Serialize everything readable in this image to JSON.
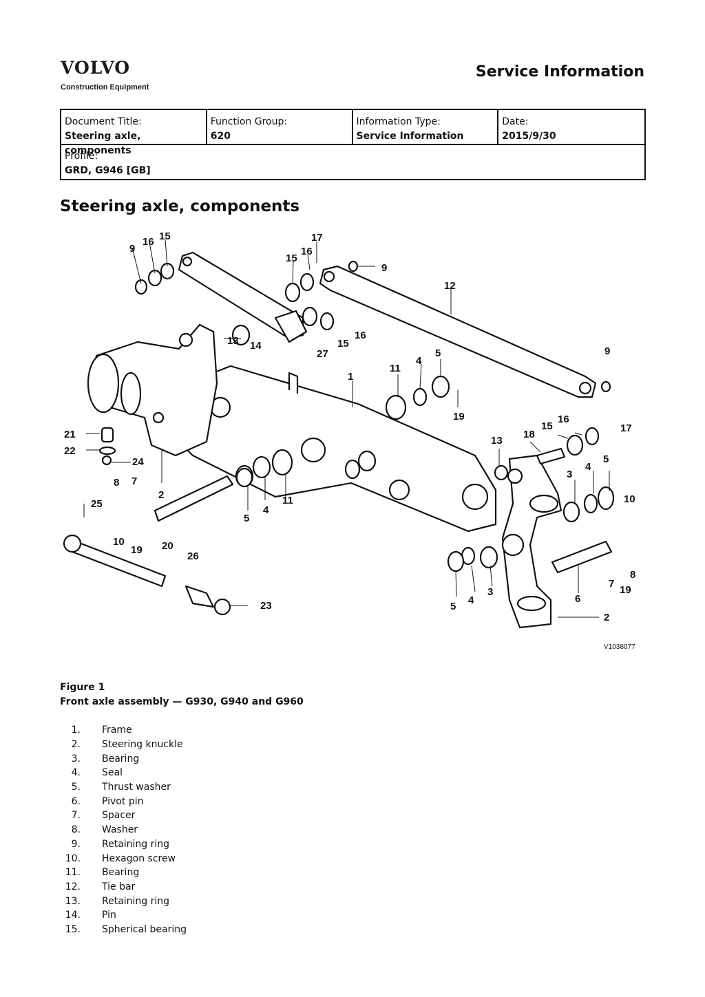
{
  "header": {
    "brand": "VOLVO",
    "brand_sub": "Construction Equipment",
    "doc_type": "Service Information"
  },
  "meta": {
    "document_title_label": "Document Title:",
    "document_title": "Steering axle, components",
    "function_group_label": "Function Group:",
    "function_group": "620",
    "information_type_label": "Information Type:",
    "information_type": "Service Information",
    "date_label": "Date:",
    "date": "2015/9/30",
    "profile_label": "Profile:",
    "profile": "GRD, G946 [GB]"
  },
  "page_title": "Steering axle, components",
  "figure": {
    "image_code": "V1038077",
    "callouts": [
      "1",
      "2",
      "3",
      "4",
      "5",
      "6",
      "7",
      "8",
      "9",
      "10",
      "11",
      "12",
      "13",
      "14",
      "15",
      "16",
      "17",
      "18",
      "19",
      "20",
      "21",
      "22",
      "23",
      "24",
      "25",
      "26",
      "27"
    ],
    "caption_line1": "Figure 1",
    "caption_line2": "Front axle assembly — G930, G940 and G960"
  },
  "parts": [
    {
      "num": "1.",
      "label": "Frame"
    },
    {
      "num": "2.",
      "label": "Steering knuckle"
    },
    {
      "num": "3.",
      "label": "Bearing"
    },
    {
      "num": "4.",
      "label": "Seal"
    },
    {
      "num": "5.",
      "label": "Thrust washer"
    },
    {
      "num": "6.",
      "label": "Pivot pin"
    },
    {
      "num": "7.",
      "label": "Spacer"
    },
    {
      "num": "8.",
      "label": "Washer"
    },
    {
      "num": "9.",
      "label": "Retaining ring"
    },
    {
      "num": "10.",
      "label": "Hexagon screw"
    },
    {
      "num": "11.",
      "label": "Bearing"
    },
    {
      "num": "12.",
      "label": "Tie bar"
    },
    {
      "num": "13.",
      "label": "Retaining ring"
    },
    {
      "num": "14.",
      "label": "Pin"
    },
    {
      "num": "15.",
      "label": "Spherical bearing"
    }
  ]
}
